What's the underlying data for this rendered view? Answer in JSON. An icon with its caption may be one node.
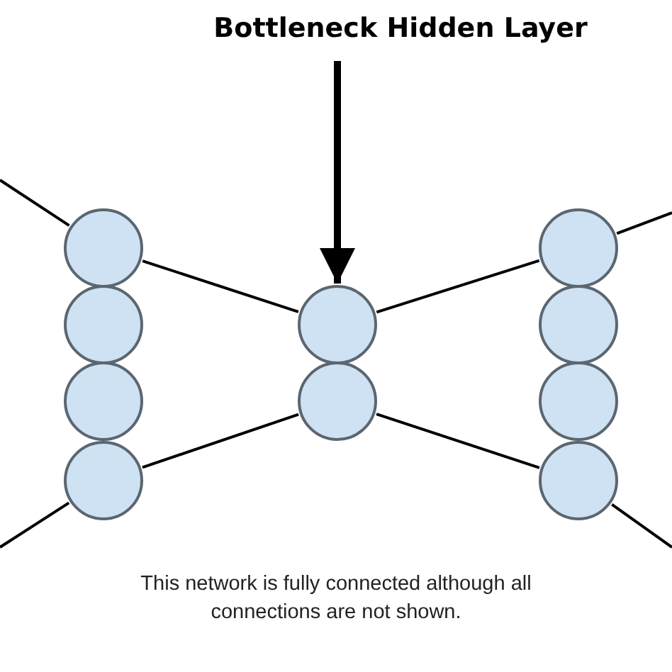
{
  "diagram": {
    "caption": "This network is fully connected although all connections are not shown.",
    "nodes": [
      {
        "text": [
          "Bottleneck Hidden Layer"
        ]
      },
      {
        "text": [],
        "shape": "circle"
      },
      {
        "text": [],
        "shape": "circle"
      },
      {
        "text": [],
        "shape": "circle"
      },
      {
        "text": [],
        "shape": "circle"
      },
      {
        "text": [],
        "shape": "circle"
      },
      {
        "text": [],
        "shape": "circle"
      },
      {
        "text": [],
        "shape": "circle"
      },
      {
        "text": [],
        "shape": "circle"
      },
      {
        "text": [],
        "shape": "circle"
      },
      {
        "text": [],
        "shape": "circle"
      }
    ],
    "edges": [
      {
        "from": 0,
        "to": 5,
        "arrow": "to",
        "style": "thick"
      },
      {
        "from": null,
        "to": 1,
        "arrow": "none"
      },
      {
        "from": 1,
        "to": 5,
        "arrow": "none"
      },
      {
        "from": 4,
        "to": 6,
        "arrow": "none"
      },
      {
        "from": 5,
        "to": 7,
        "arrow": "none"
      },
      {
        "from": 6,
        "to": 10,
        "arrow": "none"
      },
      {
        "from": 7,
        "to": null,
        "arrow": "none"
      },
      {
        "from": 4,
        "to": null,
        "arrow": "none"
      },
      {
        "from": 10,
        "to": null,
        "arrow": "none"
      }
    ]
  }
}
